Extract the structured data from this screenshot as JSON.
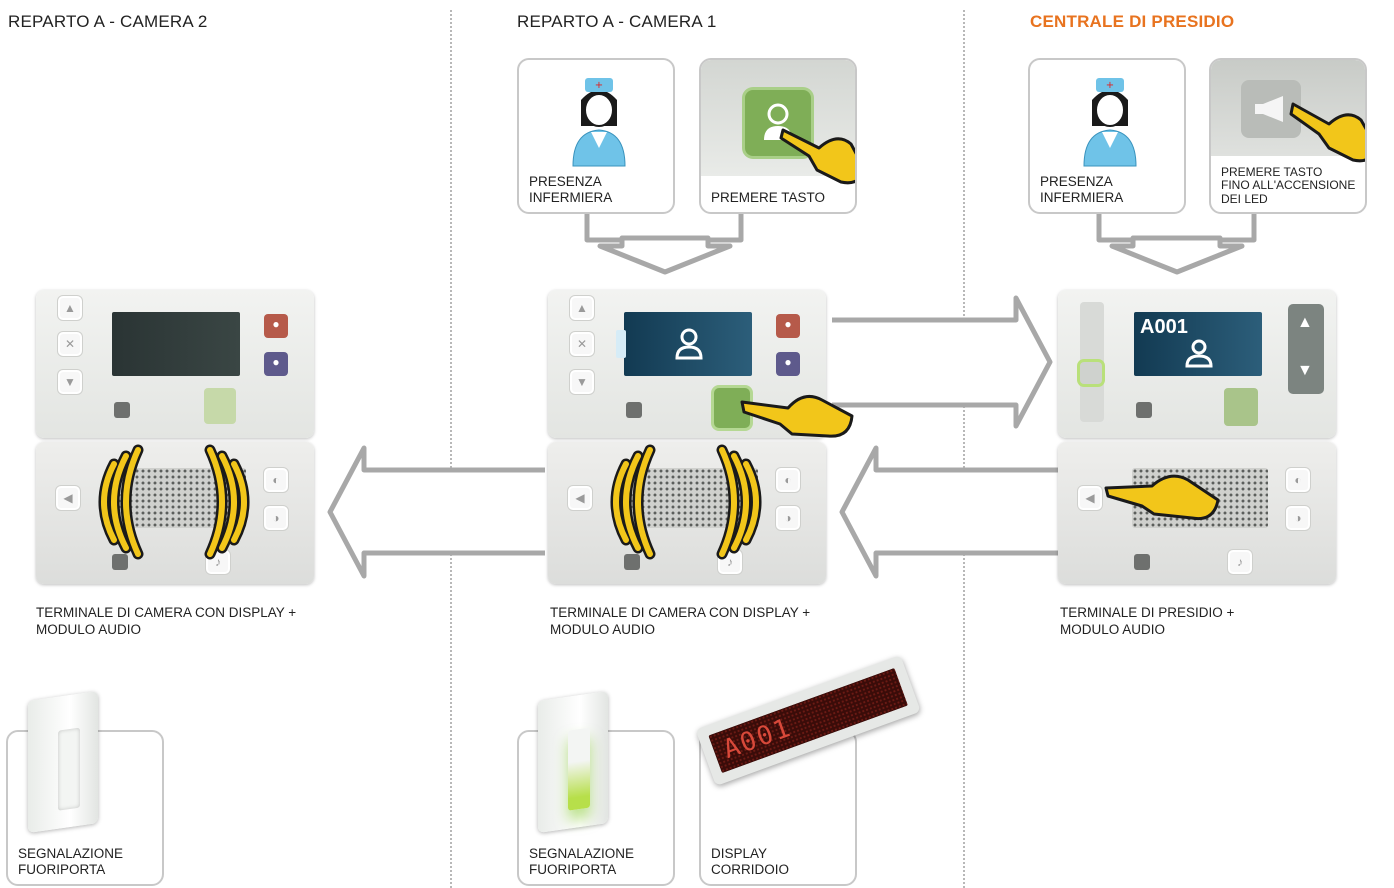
{
  "columns": [
    {
      "title": "REPARTO A - CAMERA 2",
      "accent": false
    },
    {
      "title": "REPARTO A - CAMERA 1",
      "accent": false
    },
    {
      "title": "CENTRALE DI PRESIDIO",
      "accent": true
    }
  ],
  "col2_cards": {
    "nurse_label": "PRESENZA\nINFERMIERA",
    "press_label": "PREMERE TASTO"
  },
  "col3_cards": {
    "nurse_label": "PRESENZA\nINFERMIERA",
    "press_label": "PREMERE TASTO\nFINO ALL'ACCENSIONE\nDEI LED"
  },
  "captions": {
    "room_terminal_2": "TERMINALE DI CAMERA CON DISPLAY +\nMODULO AUDIO",
    "room_terminal_1": "TERMINALE DI CAMERA CON DISPLAY +\nMODULO AUDIO",
    "presidio_terminal": "TERMINALE DI PRESIDIO +\nMODULO AUDIO"
  },
  "screen": {
    "presidio_code": "A001"
  },
  "bottom_cards": {
    "fuoriporta_2": "SEGNALAZIONE\nFUORIPORTA",
    "fuoriporta_1": "SEGNALAZIONE\nFUORIPORTA",
    "corridor_display": "DISPLAY\nCORRIDOIO",
    "corridor_display_text": "A001"
  },
  "colors": {
    "accent": "#e8731f",
    "arrow": "#a8a8a8",
    "hand": "#f2c61a",
    "nurse_blue": "#6fc3e8",
    "green_button": "#7fae57",
    "led_red": "#c0392b"
  }
}
